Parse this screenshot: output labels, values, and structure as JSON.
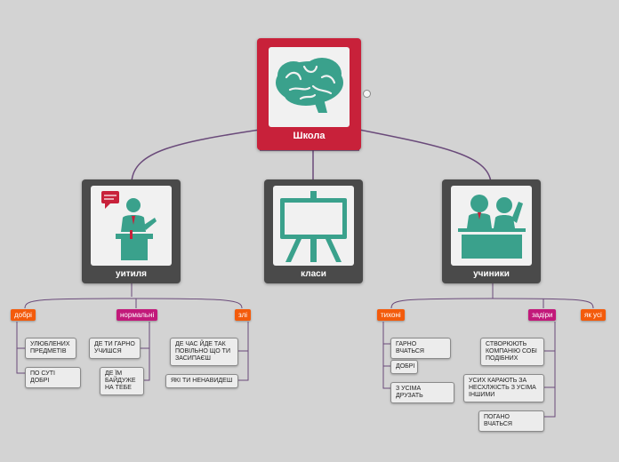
{
  "root": {
    "title": "Школа",
    "icon": "brain-icon"
  },
  "branches": {
    "teachers": {
      "title": "уитиля",
      "icon": "teacher-podium-icon"
    },
    "classes": {
      "title": "класи",
      "icon": "easel-board-icon"
    },
    "students": {
      "title": "учиники",
      "icon": "students-desk-icon"
    }
  },
  "teacher_tags": {
    "good": "добрі",
    "normal": "нормальні",
    "evil": "злі"
  },
  "teacher_leaves": {
    "good_1": "УЛЮБЛЕНИХ ПРЕДМЕТІВ",
    "good_2": "ПО СУТІ ДОБРІ",
    "normal_1": "ДЕ ТИ ГАРНО УЧИШСЯ",
    "normal_2": "ДЕ ЇМ БАЙДУЖЕ НА ТЕБЕ",
    "evil_1": "ДЕ ЧАС ЙДЕ ТАК ПОВІЛЬНО ЩО ТИ ЗАСИПАЄШ",
    "evil_2": "ЯКІ ТИ НЕНАВИДЕШ"
  },
  "student_tags": {
    "quiet": "тихоні",
    "bully": "задіри",
    "all": "як усі"
  },
  "student_leaves": {
    "quiet_1": "ГАРНО ВЧАТЬСЯ",
    "quiet_2": "ДОБРІ",
    "quiet_3": "З УСІМА ДРУЗАТЬ",
    "bully_1": "СТВОРЮЮТЬ КОМПАНІЮ СОБІ ПОДІБНИХ",
    "bully_2": "УСИХ КАРАЮТЬ ЗА НЕСХЛЖІСТЬ З УСІМА ІНШИМИ",
    "bully_3": "ПОГАНО ВЧАТЬСЯ"
  },
  "colors": {
    "root_bg": "#c8213a",
    "branch_bg": "#4a4a4a",
    "icon_teal": "#3aa18c",
    "connector": "#6a4a7a",
    "tag_orange": "#f35b0c",
    "tag_magenta": "#c2197a",
    "leaf_border": "#8a8a8a"
  }
}
